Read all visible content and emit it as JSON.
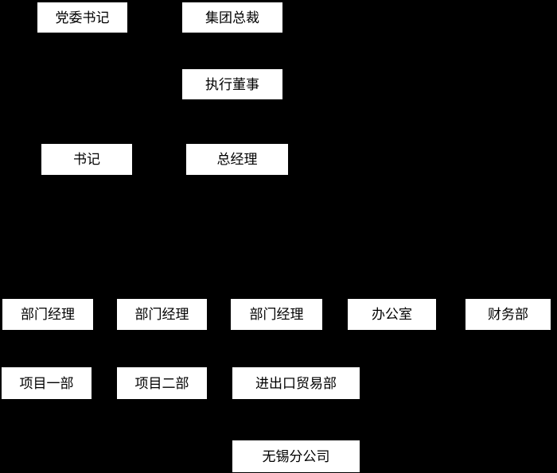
{
  "diagram": {
    "type": "org-chart",
    "background_color": "#000000",
    "node_fill_color": "#ffffff",
    "node_text_color": "#000000",
    "nodes": [
      {
        "label": "党委书记",
        "row": 1
      },
      {
        "label": "集团总裁",
        "row": 1
      },
      {
        "label": "执行董事",
        "row": 2
      },
      {
        "label": "书记",
        "row": 3
      },
      {
        "label": "总经理",
        "row": 3
      },
      {
        "label": "部门经理",
        "row": 4
      },
      {
        "label": "部门经理",
        "row": 4
      },
      {
        "label": "部门经理",
        "row": 4
      },
      {
        "label": "办公室",
        "row": 4
      },
      {
        "label": "财务部",
        "row": 4
      },
      {
        "label": "项目一部",
        "row": 5
      },
      {
        "label": "项目二部",
        "row": 5
      },
      {
        "label": "进出口贸易部",
        "row": 5
      },
      {
        "label": "无锡分公司",
        "row": 6
      }
    ]
  }
}
